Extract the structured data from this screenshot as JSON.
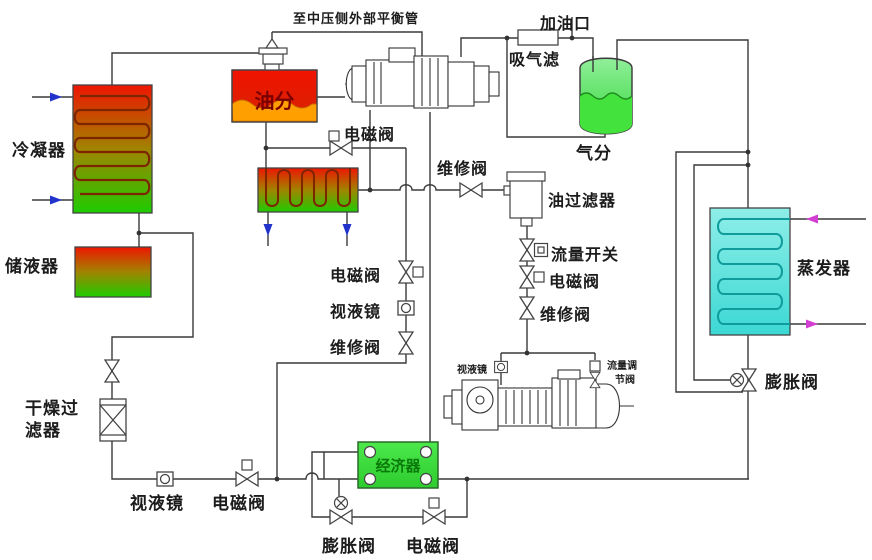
{
  "diagram": {
    "type": "refrigeration-system-schematic",
    "labels": {
      "balance_pipe": "至中压侧外部平衡管",
      "oil_fill_port": "加油口",
      "suction_filter": "吸气滤",
      "gas_separator": "气分",
      "condenser": "冷凝器",
      "receiver": "储液器",
      "oil_separator": "油分",
      "solenoid_valve": "电磁阀",
      "service_valve": "维修阀",
      "oil_filter": "油过滤器",
      "flow_switch": "流量开关",
      "sight_glass": "视液镜",
      "evaporator": "蒸发器",
      "expansion_valve": "膨胀阀",
      "dry_filter_line1": "干燥过",
      "dry_filter_line2": "滤器",
      "economizer": "经济器",
      "flow_regulating_valve_line1": "流量调",
      "flow_regulating_valve_line2": "节阀"
    },
    "colors": {
      "pipe": "#3a3a3a",
      "hot_red": "#ee1500",
      "cold_green": "#1ecc00",
      "oil_wave_orange": "#ff9f00",
      "separator_green": "#35d83a",
      "economizer_green": "#40df40",
      "evaporator_cyan": "#3cd8d4",
      "water_arrow_blue": "#2233cc",
      "water_arrow_pink": "#d33fd3",
      "oil_separator_text": "#7a0000",
      "economizer_text": "#0a7a0a"
    }
  }
}
